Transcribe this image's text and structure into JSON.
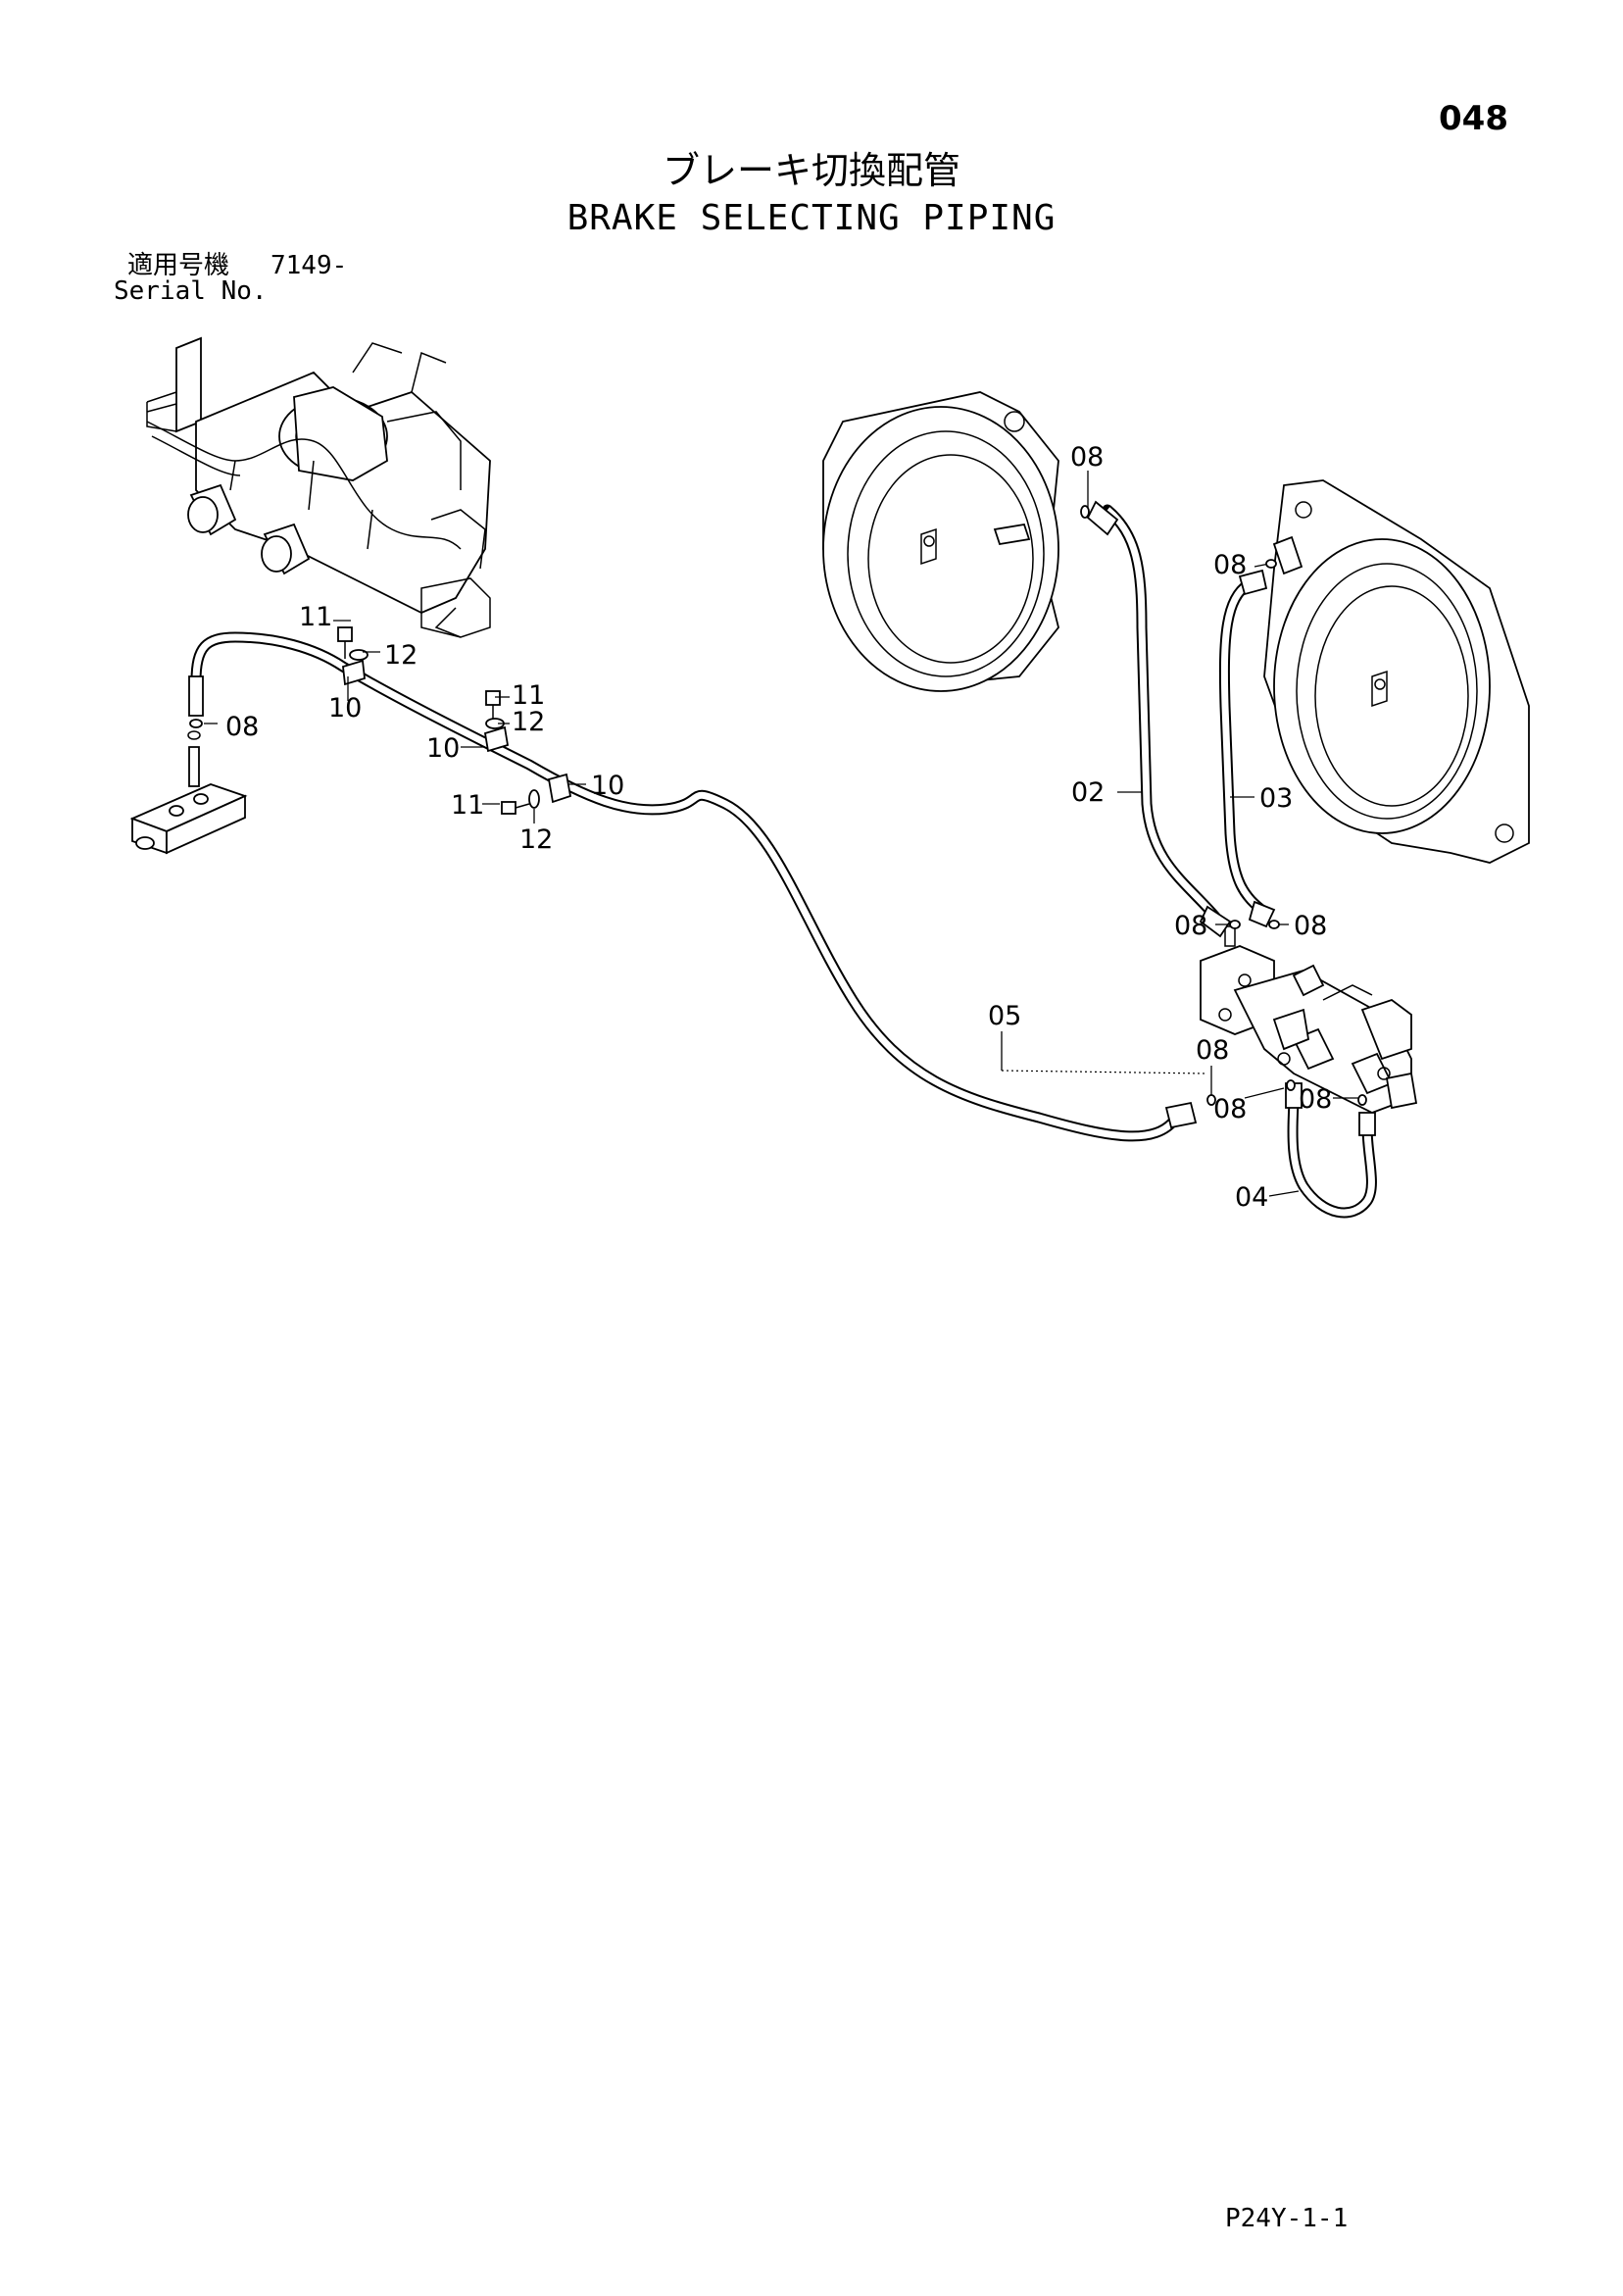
{
  "page": {
    "page_number": "048",
    "title_ja": "ブレーキ切換配管",
    "title_en": "BRAKE SELECTING PIPING",
    "serial_label_ja": "適用号機",
    "serial_value": "7149-",
    "serial_label_en": "Serial No.",
    "drawing_code": "P24Y-1-1"
  },
  "part_labels": {
    "p08_left": "08",
    "p11_a": "11",
    "p12_a": "12",
    "p10_a": "10",
    "p11_b": "11",
    "p12_b": "12",
    "p10_b": "10",
    "p10_c": "10",
    "p11_c": "11",
    "p12_c": "12",
    "p08_top_motor": "08",
    "p08_right_motor": "08",
    "p02": "02",
    "p03": "03",
    "p08_valve_left": "08",
    "p08_valve_right": "08",
    "p05": "05",
    "p08_hose05_end": "08",
    "p08_hose04_left": "08",
    "p08_hose04_right": "08",
    "p04": "04"
  },
  "colors": {
    "ink": "#000000",
    "paper": "#ffffff"
  }
}
